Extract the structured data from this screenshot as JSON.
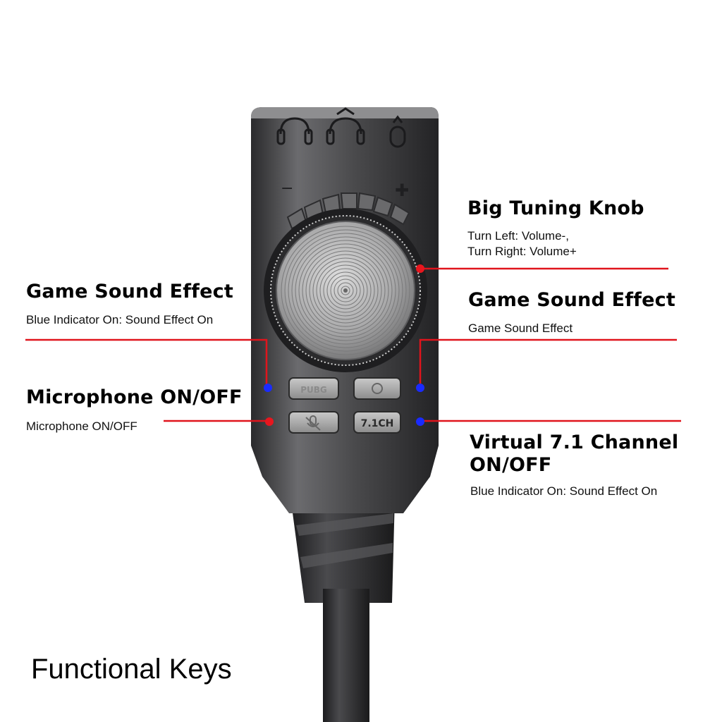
{
  "labels": {
    "knob": {
      "title": "Big Tuning Knob",
      "line1": "Turn Left: Volume-,",
      "line2": "Turn Right: Volume+"
    },
    "game_left": {
      "title": "Game Sound Effect",
      "desc": "Blue Indicator On: Sound Effect On"
    },
    "game_right": {
      "title": "Game Sound Effect",
      "desc": "Game Sound Effect"
    },
    "mic": {
      "title": "Microphone ON/OFF",
      "desc": "Microphone ON/OFF"
    },
    "virtual": {
      "title_line1": "Virtual 7.1 Channel",
      "title_line2": "ON/OFF",
      "desc": "Blue Indicator On: Sound Effect On"
    }
  },
  "buttons": {
    "pubg": "PUBG",
    "channel": "7.1CH"
  },
  "volume": {
    "minus": "−",
    "plus": "+"
  },
  "footer": "Functional Keys",
  "colors": {
    "leader_line": "#e0141c",
    "blue_indicator": "#1a2bff",
    "red_indicator": "#e8161e",
    "device_body": "#3a3a3c"
  }
}
